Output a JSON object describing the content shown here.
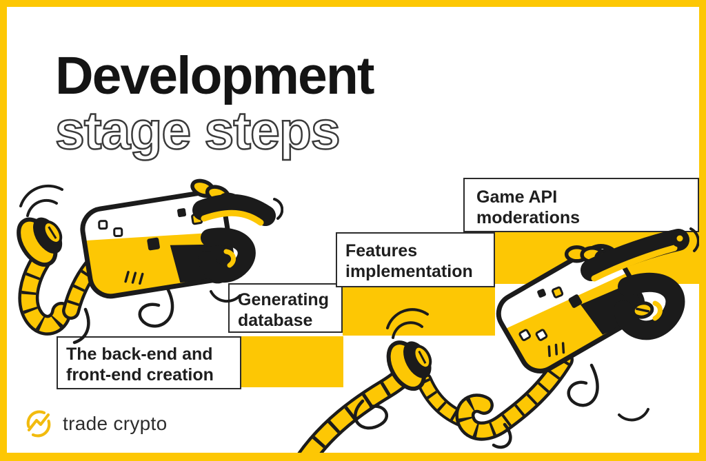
{
  "header": {
    "title": "Development",
    "subtitle": "stage steps"
  },
  "steps": [
    {
      "line1": "The back-end and",
      "line2": "front-end creation"
    },
    {
      "line1": "Generating",
      "line2": "database"
    },
    {
      "line1": "Features",
      "line2": "implementation"
    },
    {
      "line1": "Game API",
      "line2": "moderations"
    }
  ],
  "footer": {
    "brand_name": "trade crypto",
    "brand_icon": "trade-crypto-logo-icon"
  },
  "illustrations": {
    "left": "robot-hand-with-cable-pointing-right",
    "right": "robot-hand-with-cable-pointing-up-right"
  },
  "colors": {
    "accent_yellow": "#FDC704",
    "ink": "#1B1B1B",
    "box_border": "#2B2B2B",
    "logo_yellow": "#F2BB0E",
    "background": "#FFFFFF"
  }
}
